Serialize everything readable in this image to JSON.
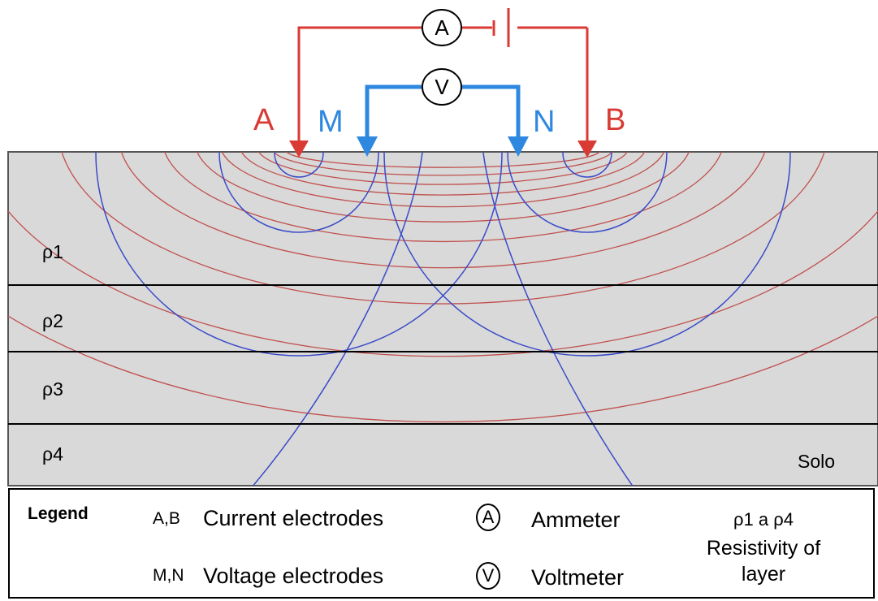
{
  "electrodes": {
    "a": "A",
    "b": "B",
    "m": "M",
    "n": "N"
  },
  "meters": {
    "ammeter_symbol": "A",
    "voltmeter_symbol": "V"
  },
  "layers": [
    "ρ1",
    "ρ2",
    "ρ3",
    "ρ4"
  ],
  "ground_label": "Solo",
  "legend": {
    "title": "Legend",
    "current_code": "A,B",
    "current_text": "Current electrodes",
    "voltage_code": "M,N",
    "voltage_text": "Voltage electrodes",
    "ammeter_symbol": "A",
    "ammeter_text": "Ammeter",
    "voltmeter_symbol": "V",
    "voltmeter_text": "Voltmeter",
    "rho_range": "ρ1 a ρ4",
    "rho_text": "Resistivity of layer"
  },
  "colors": {
    "current": "#d93a34",
    "voltage": "#2f88e0",
    "current_field": "#c0504d",
    "equipotential": "#3a4bc8",
    "soil": "#d9d9d9"
  }
}
